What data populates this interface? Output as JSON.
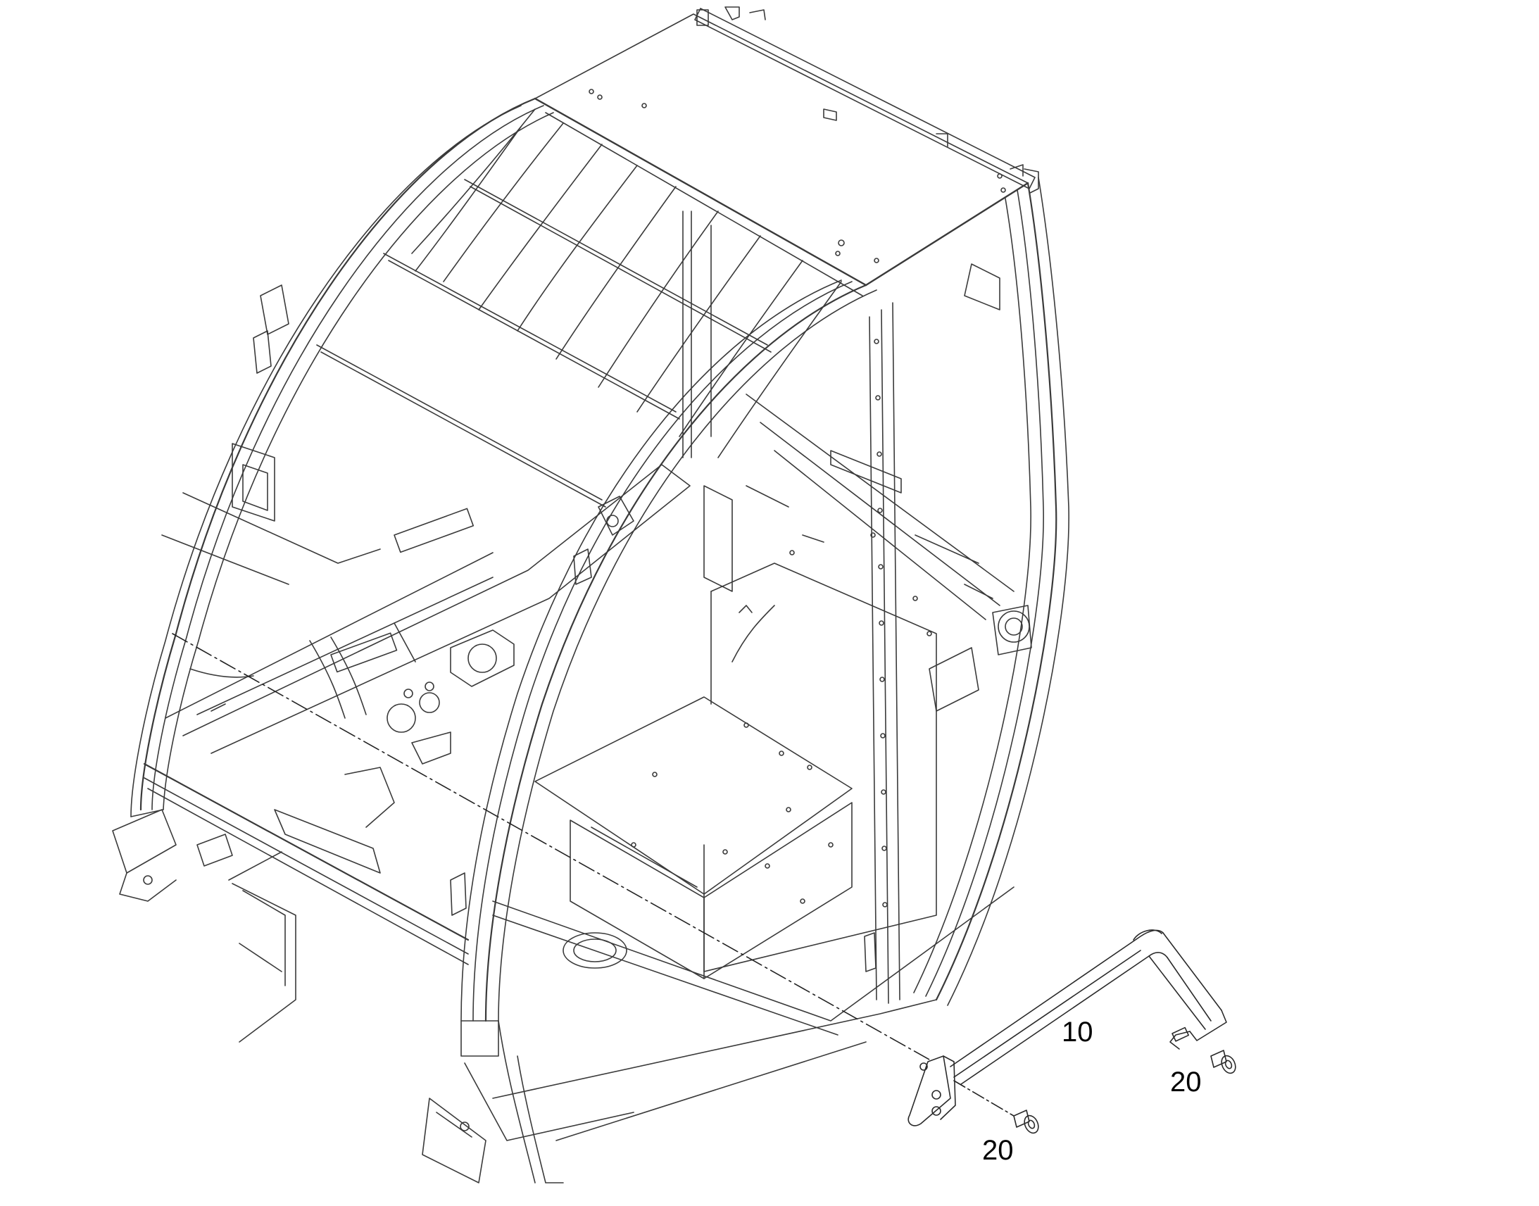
{
  "callouts": {
    "grab_handle": "10",
    "screw_right": "20",
    "screw_left": "20"
  },
  "colors": {
    "line": "#3a3a3a",
    "background": "#ffffff"
  }
}
